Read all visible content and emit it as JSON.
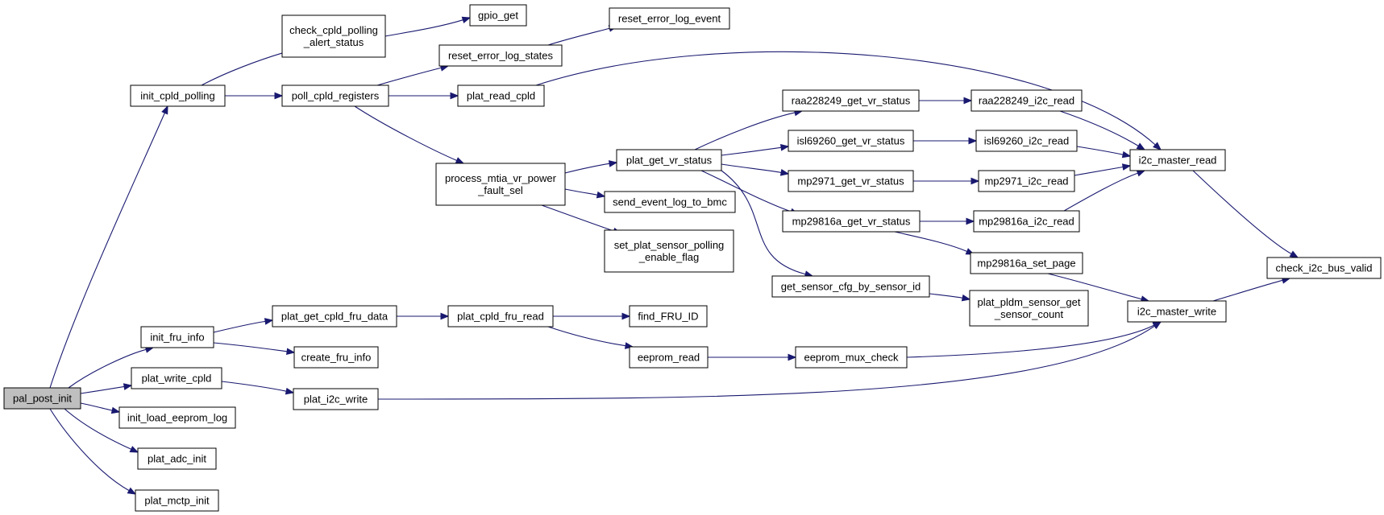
{
  "nodes": {
    "pal_post_init": [
      "pal_post_init"
    ],
    "init_cpld_polling": [
      "init_cpld_polling"
    ],
    "init_fru_info": [
      "init_fru_info"
    ],
    "plat_write_cpld": [
      "plat_write_cpld"
    ],
    "init_load_eeprom_log": [
      "init_load_eeprom_log"
    ],
    "plat_adc_init": [
      "plat_adc_init"
    ],
    "plat_mctp_init": [
      "plat_mctp_init"
    ],
    "check_cpld_polling_alert_status": [
      "check_cpld_polling",
      "_alert_status"
    ],
    "poll_cpld_registers": [
      "poll_cpld_registers"
    ],
    "plat_get_cpld_fru_data": [
      "plat_get_cpld_fru_data"
    ],
    "create_fru_info": [
      "create_fru_info"
    ],
    "plat_i2c_write": [
      "plat_i2c_write"
    ],
    "gpio_get": [
      "gpio_get"
    ],
    "reset_error_log_states": [
      "reset_error_log_states"
    ],
    "plat_read_cpld": [
      "plat_read_cpld"
    ],
    "process_mtia_vr_power_fault_sel": [
      "process_mtia_vr_power",
      "_fault_sel"
    ],
    "plat_cpld_fru_read": [
      "plat_cpld_fru_read"
    ],
    "reset_error_log_event": [
      "reset_error_log_event"
    ],
    "plat_get_vr_status": [
      "plat_get_vr_status"
    ],
    "send_event_log_to_bmc": [
      "send_event_log_to_bmc"
    ],
    "set_plat_sensor_polling_enable_flag": [
      "set_plat_sensor_polling",
      "_enable_flag"
    ],
    "find_FRU_ID": [
      "find_FRU_ID"
    ],
    "eeprom_read": [
      "eeprom_read"
    ],
    "raa228249_get_vr_status": [
      "raa228249_get_vr_status"
    ],
    "isl69260_get_vr_status": [
      "isl69260_get_vr_status"
    ],
    "mp2971_get_vr_status": [
      "mp2971_get_vr_status"
    ],
    "mp29816a_get_vr_status": [
      "mp29816a_get_vr_status"
    ],
    "get_sensor_cfg_by_sensor_id": [
      "get_sensor_cfg_by_sensor_id"
    ],
    "eeprom_mux_check": [
      "eeprom_mux_check"
    ],
    "raa228249_i2c_read": [
      "raa228249_i2c_read"
    ],
    "isl69260_i2c_read": [
      "isl69260_i2c_read"
    ],
    "mp2971_i2c_read": [
      "mp2971_i2c_read"
    ],
    "mp29816a_i2c_read": [
      "mp29816a_i2c_read"
    ],
    "mp29816a_set_page": [
      "mp29816a_set_page"
    ],
    "plat_pldm_sensor_get_sensor_count": [
      "plat_pldm_sensor_get",
      "_sensor_count"
    ],
    "i2c_master_read": [
      "i2c_master_read"
    ],
    "i2c_master_write": [
      "i2c_master_write"
    ],
    "check_i2c_bus_valid": [
      "check_i2c_bus_valid"
    ]
  },
  "root": "pal_post_init",
  "edges": [
    [
      "pal_post_init",
      "init_cpld_polling"
    ],
    [
      "pal_post_init",
      "init_fru_info"
    ],
    [
      "pal_post_init",
      "plat_write_cpld"
    ],
    [
      "pal_post_init",
      "init_load_eeprom_log"
    ],
    [
      "pal_post_init",
      "plat_adc_init"
    ],
    [
      "pal_post_init",
      "plat_mctp_init"
    ],
    [
      "init_cpld_polling",
      "check_cpld_polling_alert_status"
    ],
    [
      "init_cpld_polling",
      "poll_cpld_registers"
    ],
    [
      "check_cpld_polling_alert_status",
      "gpio_get"
    ],
    [
      "poll_cpld_registers",
      "reset_error_log_states"
    ],
    [
      "poll_cpld_registers",
      "plat_read_cpld"
    ],
    [
      "poll_cpld_registers",
      "process_mtia_vr_power_fault_sel"
    ],
    [
      "reset_error_log_states",
      "reset_error_log_event"
    ],
    [
      "plat_read_cpld",
      "i2c_master_read"
    ],
    [
      "process_mtia_vr_power_fault_sel",
      "plat_get_vr_status"
    ],
    [
      "process_mtia_vr_power_fault_sel",
      "send_event_log_to_bmc"
    ],
    [
      "process_mtia_vr_power_fault_sel",
      "set_plat_sensor_polling_enable_flag"
    ],
    [
      "plat_get_vr_status",
      "raa228249_get_vr_status"
    ],
    [
      "plat_get_vr_status",
      "isl69260_get_vr_status"
    ],
    [
      "plat_get_vr_status",
      "mp2971_get_vr_status"
    ],
    [
      "plat_get_vr_status",
      "mp29816a_get_vr_status"
    ],
    [
      "plat_get_vr_status",
      "get_sensor_cfg_by_sensor_id"
    ],
    [
      "raa228249_get_vr_status",
      "raa228249_i2c_read"
    ],
    [
      "isl69260_get_vr_status",
      "isl69260_i2c_read"
    ],
    [
      "mp2971_get_vr_status",
      "mp2971_i2c_read"
    ],
    [
      "mp29816a_get_vr_status",
      "mp29816a_i2c_read"
    ],
    [
      "mp29816a_get_vr_status",
      "mp29816a_set_page"
    ],
    [
      "raa228249_i2c_read",
      "i2c_master_read"
    ],
    [
      "isl69260_i2c_read",
      "i2c_master_read"
    ],
    [
      "mp2971_i2c_read",
      "i2c_master_read"
    ],
    [
      "mp29816a_i2c_read",
      "i2c_master_read"
    ],
    [
      "mp29816a_set_page",
      "i2c_master_write"
    ],
    [
      "get_sensor_cfg_by_sensor_id",
      "plat_pldm_sensor_get_sensor_count"
    ],
    [
      "i2c_master_read",
      "check_i2c_bus_valid"
    ],
    [
      "i2c_master_write",
      "check_i2c_bus_valid"
    ],
    [
      "init_fru_info",
      "plat_get_cpld_fru_data"
    ],
    [
      "init_fru_info",
      "create_fru_info"
    ],
    [
      "plat_get_cpld_fru_data",
      "plat_cpld_fru_read"
    ],
    [
      "plat_cpld_fru_read",
      "find_FRU_ID"
    ],
    [
      "plat_cpld_fru_read",
      "eeprom_read"
    ],
    [
      "eeprom_read",
      "eeprom_mux_check"
    ],
    [
      "eeprom_mux_check",
      "i2c_master_write"
    ],
    [
      "plat_write_cpld",
      "plat_i2c_write"
    ],
    [
      "plat_i2c_write",
      "i2c_master_write"
    ]
  ],
  "colors": {
    "edge": "#191970",
    "node_border": "#000000",
    "node_fill": "#ffffff",
    "root_fill": "#bfbfbf"
  }
}
